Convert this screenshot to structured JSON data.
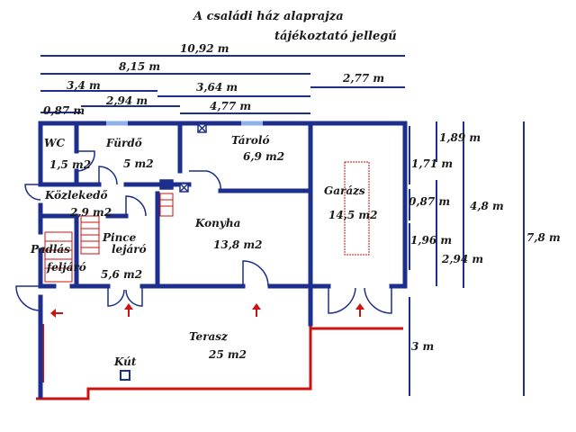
{
  "title": "A családi ház alaprajza",
  "subtitle": "tájékoztató jellegű",
  "colors": {
    "wall": "#1c2f8c",
    "terrace": "#cc1111",
    "arrow": "#cc1111",
    "dimline": "#1c2f8c",
    "stair": "#cc1111"
  },
  "dimensions_top": {
    "d1": "10,92 m",
    "d2": "8,15 m",
    "d3": "3,4 m",
    "d4": "2,94 m",
    "d5": "3,64 m",
    "d6": "2,77 m",
    "d7": "0,87 m",
    "d8": "4,77 m"
  },
  "dimensions_right": {
    "r1": "1,89 m",
    "r2": "1,71 m",
    "r3": "0,87 m",
    "r4": "4,8 m",
    "r5": "1,96 m",
    "r6": "2,94 m",
    "r7": "7,8 m",
    "r8": "3 m"
  },
  "rooms": {
    "wc": {
      "name": "WC",
      "area": "1,5 m2"
    },
    "furdo": {
      "name": "Fürdő",
      "area": "5 m2"
    },
    "tarolo": {
      "name": "Tároló",
      "area": "6,9 m2"
    },
    "garazs": {
      "name": "Garázs",
      "area": "14,5 m2"
    },
    "kozlekedo": {
      "name": "Közlekedő",
      "area": "2,9 m2"
    },
    "konyha": {
      "name": "Konyha",
      "area": "13,8 m2"
    },
    "padlas": {
      "name": "Padlás",
      "name2": "feljáró"
    },
    "pince": {
      "name": "Pince",
      "name2": "lejáró",
      "area": "5,6 m2"
    },
    "terasz": {
      "name": "Terasz",
      "area": "25 m2"
    },
    "kut": {
      "name": "Kút"
    }
  }
}
